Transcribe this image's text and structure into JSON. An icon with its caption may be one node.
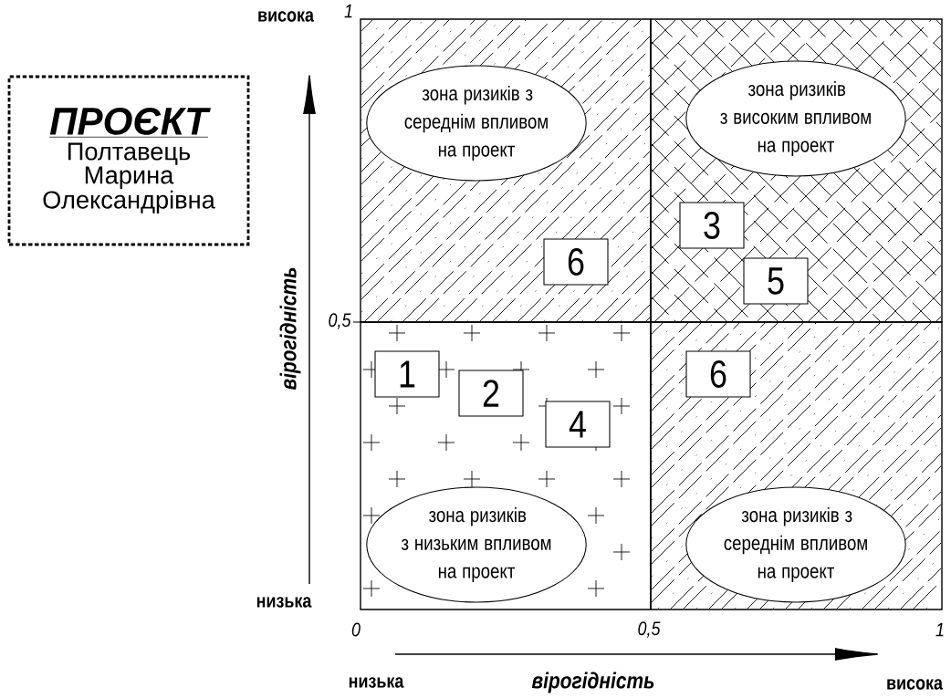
{
  "diagram": {
    "nodes": [
      {
        "text": [
          "ПРОЄКТ",
          "Полтавець Марина Олександрівна"
        ]
      },
      {
        "text": [],
        "shape": "box"
      },
      {
        "text": [
          "зона ризиків з середнім впливом на проект"
        ],
        "in": 1
      },
      {
        "text": [
          "6"
        ],
        "in": 1
      },
      {
        "text": [],
        "shape": "box"
      },
      {
        "text": [
          "зона ризиків з високим впливом на проект"
        ],
        "in": 4
      },
      {
        "text": [
          "3"
        ],
        "in": 4
      },
      {
        "text": [
          "5"
        ],
        "in": 4
      },
      {
        "text": [],
        "shape": "box"
      },
      {
        "text": [
          "1"
        ],
        "in": 8
      },
      {
        "text": [
          "2"
        ],
        "in": 8
      },
      {
        "text": [
          "4"
        ],
        "in": 8
      },
      {
        "text": [
          "зона ризиків з низьким впливом на проект"
        ],
        "in": 8
      },
      {
        "text": [],
        "shape": "box"
      },
      {
        "text": [
          "6"
        ],
        "in": 13
      },
      {
        "text": [
          "зона ризиків з середнім впливом на проект"
        ],
        "in": 13
      }
    ],
    "labels": [
      "1",
      "висока",
      "вірогідність",
      "0,5",
      "низька",
      "0",
      "0,5",
      "1",
      "низька",
      "вірогідність",
      "висока"
    ]
  }
}
